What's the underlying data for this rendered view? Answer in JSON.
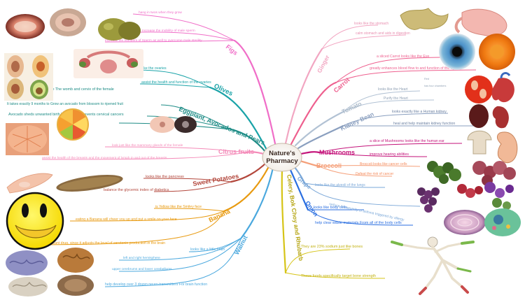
{
  "center": {
    "line1": "Nature's",
    "line2": "Pharmacy"
  },
  "colors": {
    "figs": "#f06ec8",
    "olives": "#1aa3a8",
    "eggplant": "#1e8c86",
    "citrus": "#f48ab8",
    "sweet_potatoes": "#b3473c",
    "banana": "#e89a10",
    "walnut": "#4aa8de",
    "celery": "#d6c417",
    "onion": "#2a6ee0",
    "grape": "#7aa7d8",
    "broccoli": "#f5a07a",
    "mushrooms": "#c4137a",
    "kidney_bean": "#8a9fbf",
    "tomato": "#b2c2d4",
    "carrot": "#ee5f8e",
    "ginger": "#f2a6c2"
  },
  "branches": {
    "figs": {
      "title": "Figs",
      "items": [
        "hang in twos when they grow",
        "Increase the mobility of male sperm",
        "increase the numbers of Sperm as well to overcome male sterility"
      ]
    },
    "olives": {
      "title": "Olives",
      "items": [
        "look like the ovaries",
        "assist the health and function of the ovaries"
      ]
    },
    "eggplant": {
      "title": "Eggplant, Avocados and Pears",
      "items": [
        "look like The womb and cervix of the female",
        "It takes exactly 9 months to Grow an avocado from blossom to ripened fruit",
        "Avocado sheds unwanted birth Weight and prevents cervical cancers"
      ]
    },
    "citrus": {
      "title": "Citrus fruits",
      "items": [
        "look just like the mammary glands of the female",
        "assist the health of the breasts and the movement of lymph in and out of the breasts"
      ]
    },
    "sweet_potatoes": {
      "title": "Sweet Potatoes",
      "items": [
        "looks like the pancreas",
        "balance the glycemic index of diabetics"
      ]
    },
    "banana": {
      "title": "Banana",
      "items": [
        "is Yellow like the Smiley face",
        "eating a Banana will cheer you up and put a smile on your face",
        "an antidepressant drug, since it adjusts the level of serotonin production in the brain"
      ]
    },
    "walnut": {
      "title": "Walnut",
      "items": [
        "looks like a little brain",
        "left and right hemisphere",
        "upper cerebrums and lower cerebellums",
        "help develop over 3 dozen neuro-transmitters For brain function"
      ]
    },
    "celery": {
      "title": "Celery, Bok Choy and Rhubarb",
      "items": [
        "They are 23% sodium just like bones",
        "These foods specifically target bone strength"
      ]
    },
    "onion": {
      "title": "Onion",
      "items": [
        "looks like body cells",
        "help clear waste materials From all of the body cells"
      ]
    },
    "grape": {
      "title": "Grape",
      "items": [
        "looks like the alveoli of the lungs",
        "reduce the severity of asthma triggered by allergy"
      ]
    },
    "broccoli": {
      "title": "Broccoli",
      "items": [
        "Broccoli looks like cancer cells",
        "Defeat the risk of cancer"
      ]
    },
    "mushrooms": {
      "title": "Mushrooms",
      "items": [
        "a slice of Mushrooms looks like the human ear",
        "improve hearing abilities"
      ]
    },
    "kidney_bean": {
      "title": "Kidney Bean",
      "items": [
        "looks exactly like a Human kidney",
        "heal and help maintain kidney function"
      ]
    },
    "tomato": {
      "title": "Tomato",
      "items": [
        "looks like the Heart",
        "Red",
        "has four chambers",
        "Purify the Heart"
      ]
    },
    "carrot": {
      "title": "Carrot",
      "items": [
        "a sliced Carrot looks like the Eye",
        "greatly enhances blood flow to and function of the eyes"
      ]
    },
    "ginger": {
      "title": "Ginger",
      "items": [
        "looks like the stomach",
        "calm stomach and aids in digestion"
      ]
    }
  }
}
